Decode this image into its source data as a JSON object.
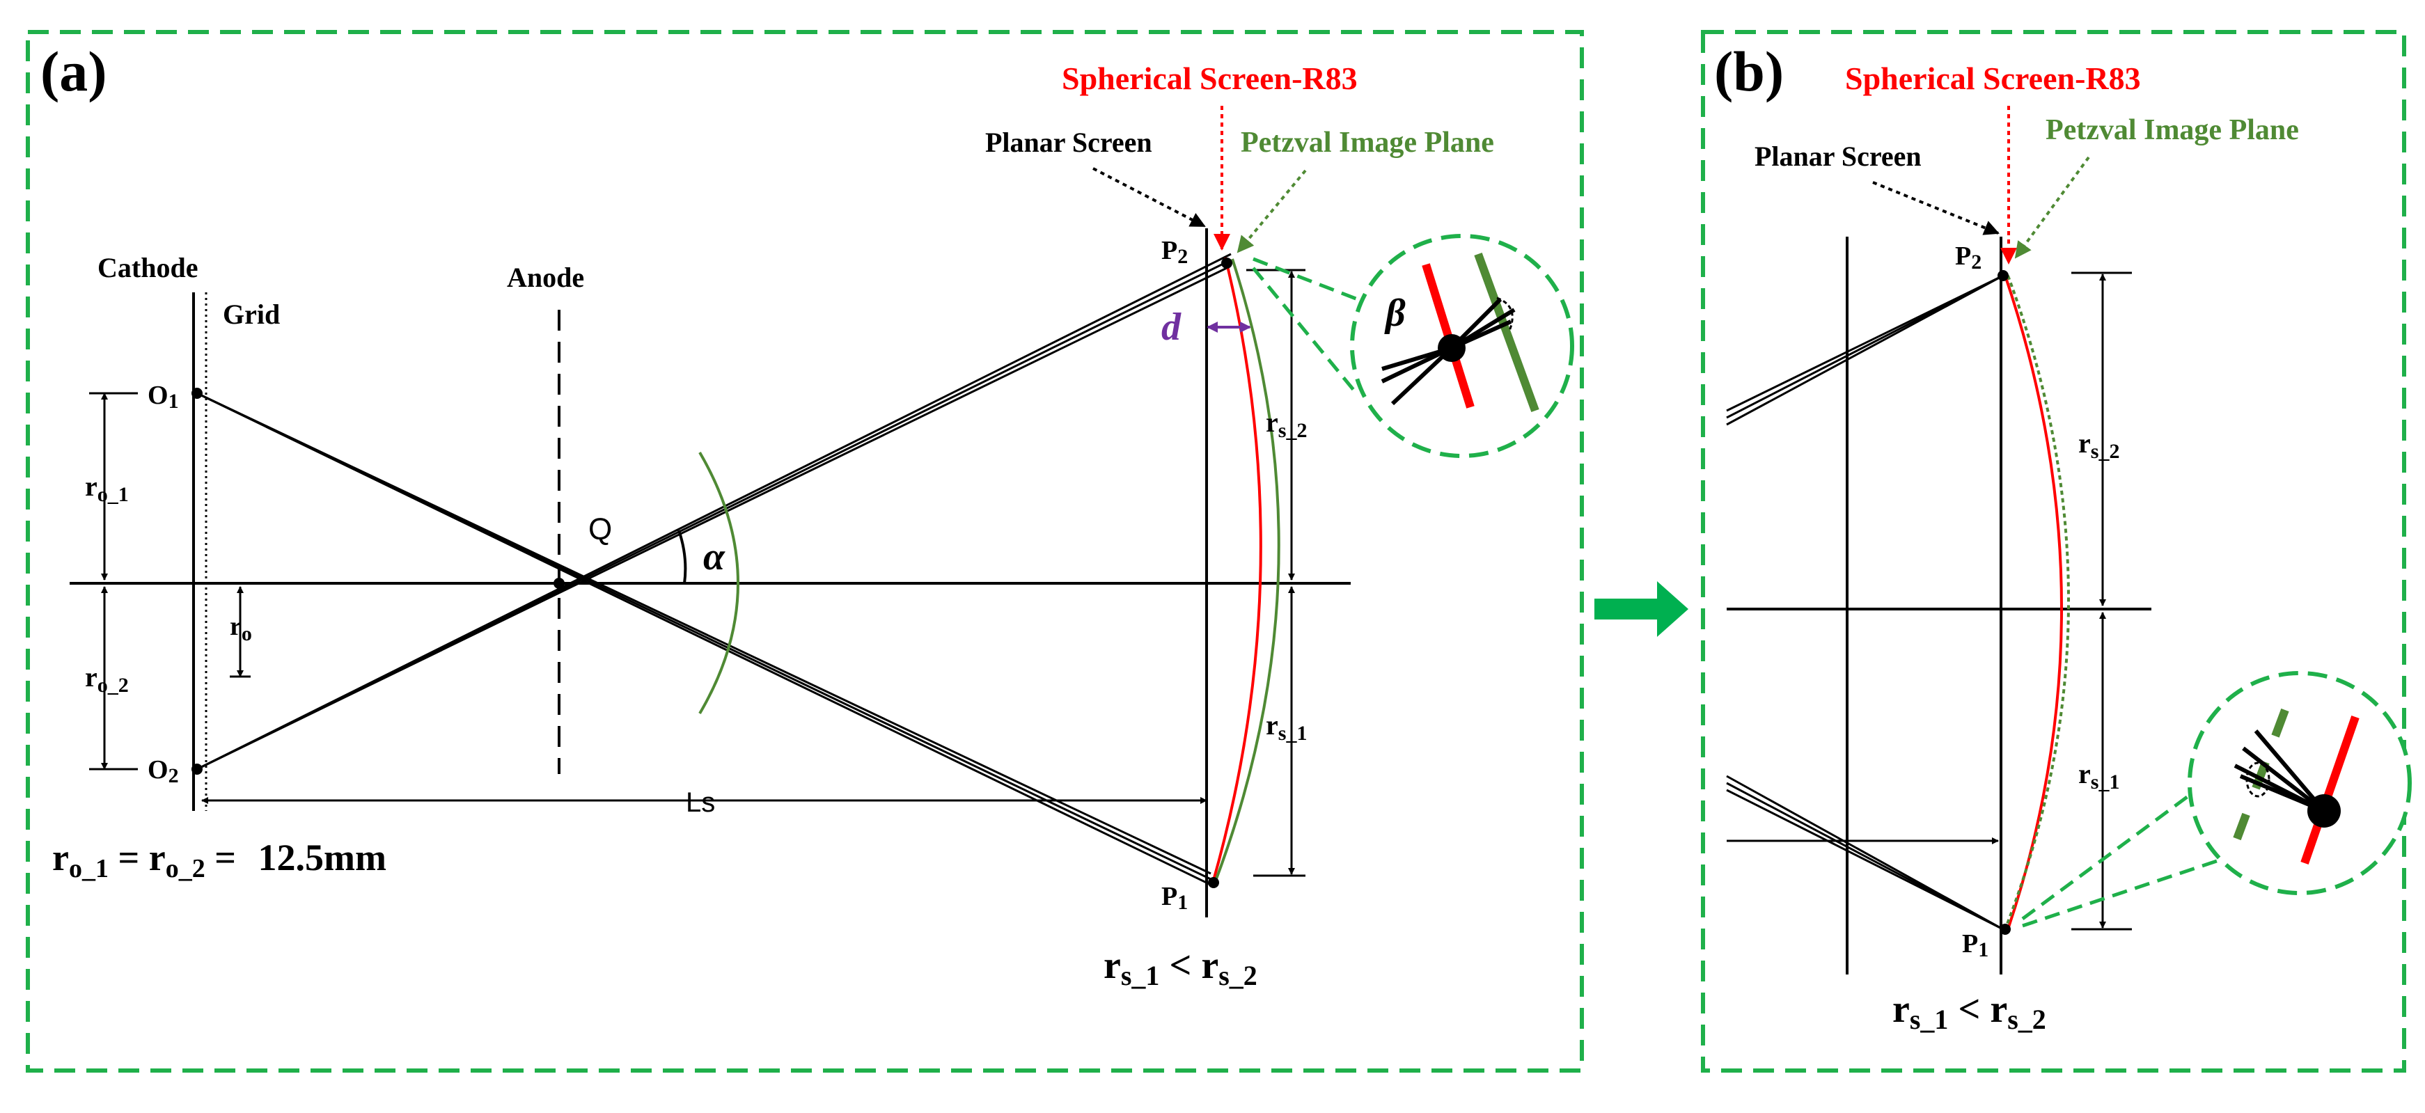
{
  "panels": {
    "a": {
      "label": "(a)"
    },
    "b": {
      "label": "(b)"
    }
  },
  "labels": {
    "spherical_screen": "Spherical Screen-R83",
    "petzval": "Petzval Image Plane",
    "planar_screen": "Planar Screen",
    "cathode": "Cathode",
    "grid": "Grid",
    "anode": "Anode",
    "q": "Q",
    "alpha": "α",
    "beta": "β",
    "d": "d",
    "ls": "Ls",
    "o1": {
      "main": "O",
      "sub": "1"
    },
    "o2": {
      "main": "O",
      "sub": "2"
    },
    "p1": {
      "main": "P",
      "sub": "1"
    },
    "p2": {
      "main": "P",
      "sub": "2"
    },
    "ro": {
      "main": "r",
      "sub": "o"
    },
    "ro1": {
      "main": "r",
      "sub": "o_1"
    },
    "ro2": {
      "main": "r",
      "sub": "o_2"
    },
    "rs1": {
      "main": "r",
      "sub": "s_1"
    },
    "rs2": {
      "main": "r",
      "sub": "s_2"
    },
    "eq_ro": {
      "r1": "r",
      "s1": "o_1",
      "eq1": " = ",
      "r2": "r",
      "s2": "o_2",
      "eq2": " = ",
      "value": "12.5mm"
    },
    "ineq_rs": {
      "r1": "r",
      "s1": "s_1",
      "op": " < ",
      "r2": "r",
      "s2": "s_2"
    }
  },
  "colors": {
    "dashed_border": "#1fb04a",
    "spherical_screen": "#ff0000",
    "petzval": "#4f8a34",
    "d_marker": "#7030a0",
    "arrow": "#00b050",
    "ink": "#000000"
  }
}
